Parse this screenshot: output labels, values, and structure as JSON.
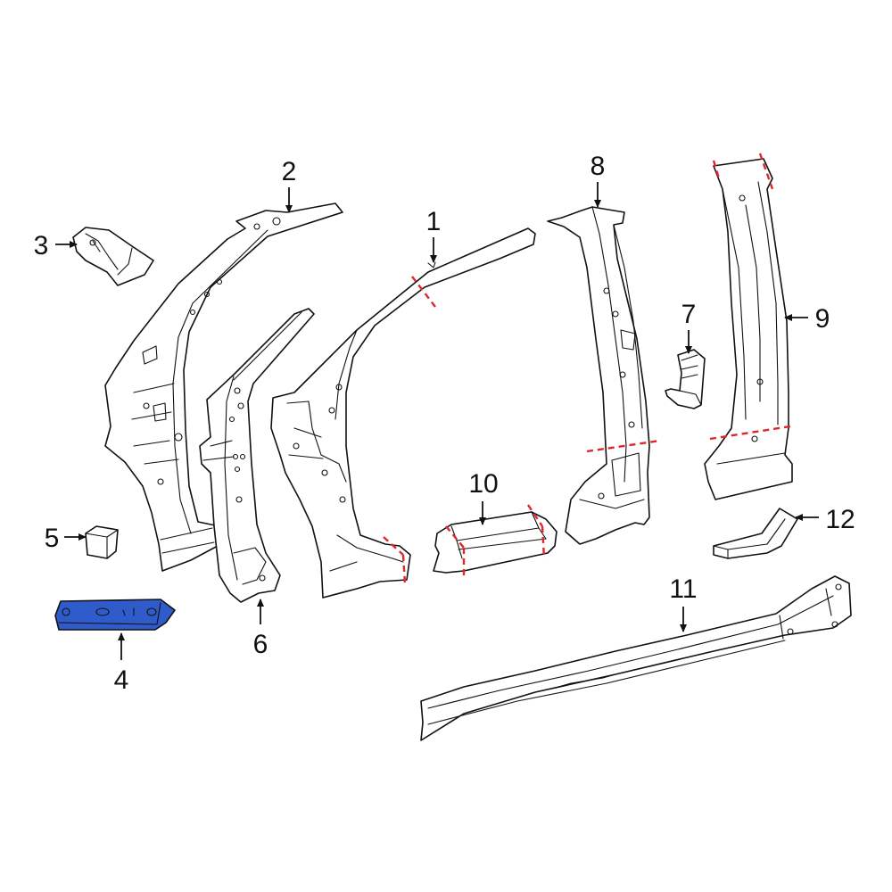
{
  "colors": {
    "highlight": "#2f5bcb",
    "cut_line": "#e0262b",
    "line": "#111111",
    "background": "#ffffff"
  },
  "callouts": {
    "c1": "1",
    "c2": "2",
    "c3": "3",
    "c4": "4",
    "c5": "5",
    "c6": "6",
    "c7": "7",
    "c8": "8",
    "c9": "9",
    "c10": "10",
    "c11": "11",
    "c12": "12"
  },
  "highlighted_part": "4"
}
